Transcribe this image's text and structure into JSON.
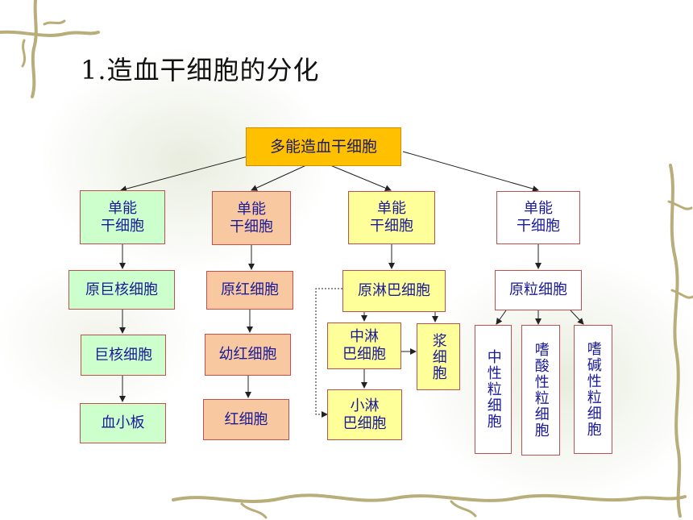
{
  "title": "1.造血干细胞的分化",
  "diagram": {
    "root": "多能造血干细胞",
    "columns": [
      {
        "stem": "单能\n干细胞",
        "level2": "原巨核细胞",
        "level3": "巨核细胞",
        "level4": "血小板"
      },
      {
        "stem": "单能\n干细胞",
        "level2": "原红细胞",
        "level3": "幼红细胞",
        "level4": "红细胞"
      },
      {
        "stem": "单能\n干细胞",
        "level2": "原淋巴细胞",
        "middle_lymph": "中淋\n巴细胞",
        "small_lymph": "小淋\n巴细胞",
        "plasma": "浆细胞"
      },
      {
        "stem": "单能\n干细胞",
        "level2": "原粒细胞",
        "neutrophil": "中性粒细胞",
        "eosinophil": "嗜酸性粒细胞",
        "basophil": "嗜碱性粒细胞"
      }
    ]
  },
  "colors": {
    "root": "#ffc000",
    "column1": "#ccffcc",
    "column2": "#f8c9a0",
    "column3": "#ffff99",
    "column4": "#ffffff",
    "border": "#c0504d",
    "text": "#1a1a99"
  }
}
